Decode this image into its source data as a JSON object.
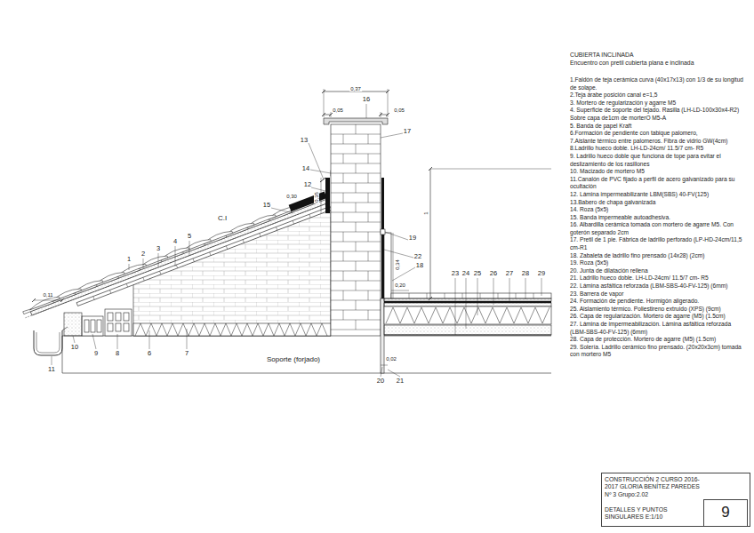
{
  "diagram": {
    "title": "CUBIERTA INCLINADA",
    "nodes": [
      {
        "text": [
          "CONSTRUCCIÓN 2 CURSO 2016-2017 GLORIA BENÍTEZ PAREDES Nº 3 Grupo:2.02",
          "DETALLES Y PUNTOS SINGULARES E:1/10"
        ]
      },
      {
        "text": [
          "9"
        ],
        "in": 0
      }
    ],
    "labels": [
      "Encuentro con pretil cubierta plana e inclinada",
      "1.Faldón de teja cerámica curva (40x17x13) con 1/3 de su longitud de solape.",
      "2.Teja árabe posición canal e=1,5",
      "3. Mortero de regularización y agarre M5",
      "4. Superficie de soporte del tejado. Rasilla (LH-LD-100x30x4-R2) Sobre capa de1cm de morterO M5-A",
      "5. Banda de papel Kraft",
      "6.Formación de pendiente con tabique palomero,",
      "7.Aislante térmico entre palomeros. Fibra de vidrio GW(4cm)",
      "8.Ladrillo hueco doble. LH-LD-24cm/ 11.5/7 cm- R5",
      "9. Ladrillo hueco doble que funciona de tope para evitar el deslizamiento de los rasillones",
      "10. Macizado de mortero M5",
      "11.Canalón de PVC fijado a perfil de acero galvanizado para su ocultación",
      "12. Lámina impermeabilizante LBM(SBS) 40-FV(125)",
      "13.Babero de chapa galvanizada",
      "14. Roza (5x5)",
      "15. Banda impermeable autoadhesiva.",
      "16. Albardilla cerámica tomada con mortero de agarre M5. Con goterón separado 2cm",
      "17. Pretil de 1 pie. Fábrica de ladrillo perforado (LP-HD-24cm/11,5 cm-R1",
      "18. Zabaleta de ladrillo fino prensado (14x28) (2cm)",
      "19. Roza (5x5)",
      "20. Junta de dilatación rellena",
      "21. Ladrillo hueco doble. LH-LD-24cm/ 11.5/7 cm- R5",
      "22. Lámina asfáltica reforzada (LBM-SBS-40-FV-125) (6mm)",
      "23. Barrera de vapor",
      "24. Formación de pendiente. Hormigón aligerado.",
      "25. Aislamiento térmico. Poliestireno extruido (XPS) (9cm)",
      "26. Capa de regularización. Mortero de agarre (M5) (1.5cm)",
      "27. Lámina de impermeabilización. Lámina asfáltica reforzada (LBM-SBS-40-FV-125) (6mm)",
      "28. Capa de protección. Mortero de agarre (M5) (1.5cm)",
      "29. Solería. Ladrillo cerámico fino prensado. (20x20x3cm) tomada con mortero M5",
      "1",
      "2",
      "3",
      "4",
      "5",
      "6",
      "7",
      "8",
      "9",
      "10",
      "11",
      "12",
      "13",
      "14",
      "15",
      "16",
      "17",
      "18",
      "19",
      "20",
      "21",
      "22",
      "23",
      "24",
      "25",
      "26",
      "27",
      "28",
      "29",
      "0,37",
      "0,05",
      "0,05",
      "0,11",
      "0,30",
      "0,35",
      "0,34",
      "0,20",
      "0,02",
      "1",
      "C.I",
      "Soporte (forjado)"
    ]
  }
}
